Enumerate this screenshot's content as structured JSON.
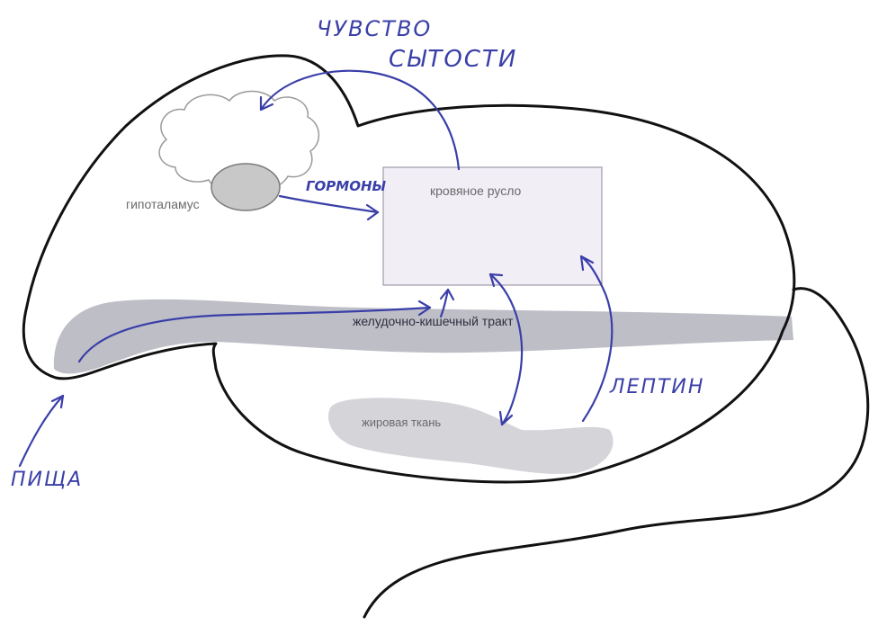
{
  "labels": {
    "satiety_line1": "ЧУВСТВО",
    "satiety_line2": "СЫТОСТИ",
    "hypothalamus": "гипоталамус",
    "hormones": "ГОРМОНЫ",
    "bloodstream": "кровяное русло",
    "gi_tract": "желудочно-кишечный тракт",
    "adipose": "жировая ткань",
    "leptin": "ЛЕПТИН",
    "food": "ПИЩА"
  },
  "colors": {
    "outline": "#111111",
    "ink": "#3a3fa8",
    "gi_tract_fill": "#a8a8b4",
    "adipose_fill": "#c9c9cf",
    "hypothalamus_fill": "#c8c8c8",
    "bloodstream_fill": "#f2eef6"
  }
}
